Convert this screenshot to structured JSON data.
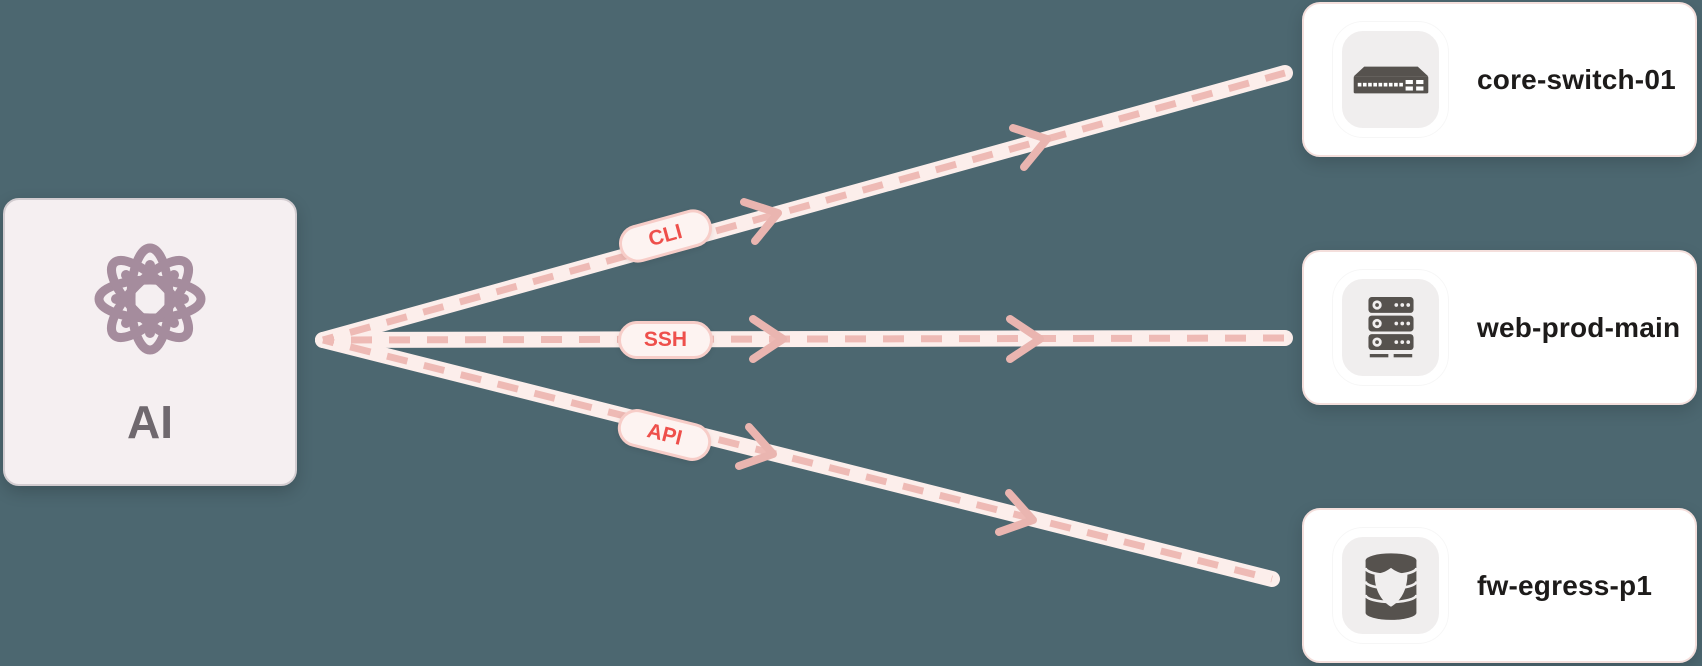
{
  "diagram": {
    "ai_node": {
      "label": "AI",
      "icon": "atom-icon"
    },
    "connections": [
      {
        "label": "CLI",
        "target": "core-switch-01"
      },
      {
        "label": "SSH",
        "target": "web-prod-main"
      },
      {
        "label": "API",
        "target": "fw-egress-p1"
      }
    ],
    "devices": [
      {
        "name": "core-switch-01",
        "icon": "network-switch-icon"
      },
      {
        "name": "web-prod-main",
        "icon": "server-rack-icon"
      },
      {
        "name": "fw-egress-p1",
        "icon": "firewall-database-icon"
      }
    ],
    "colors": {
      "background": "#4c6770",
      "connection_line": "#fceeeb",
      "connection_dash": "#eebab5",
      "arrow": "#eab5b0",
      "pill_background": "#fdf3f1",
      "pill_border": "#f7cdc8",
      "pill_text": "#ee4f4b",
      "ai_card_background": "#f5eff1",
      "ai_icon": "#a58c9d",
      "ai_text": "#6f686e",
      "device_card_background": "#ffffff",
      "device_tile_background": "#f0eeee",
      "device_icon": "#56524e",
      "device_text": "#1d1b1a"
    }
  }
}
